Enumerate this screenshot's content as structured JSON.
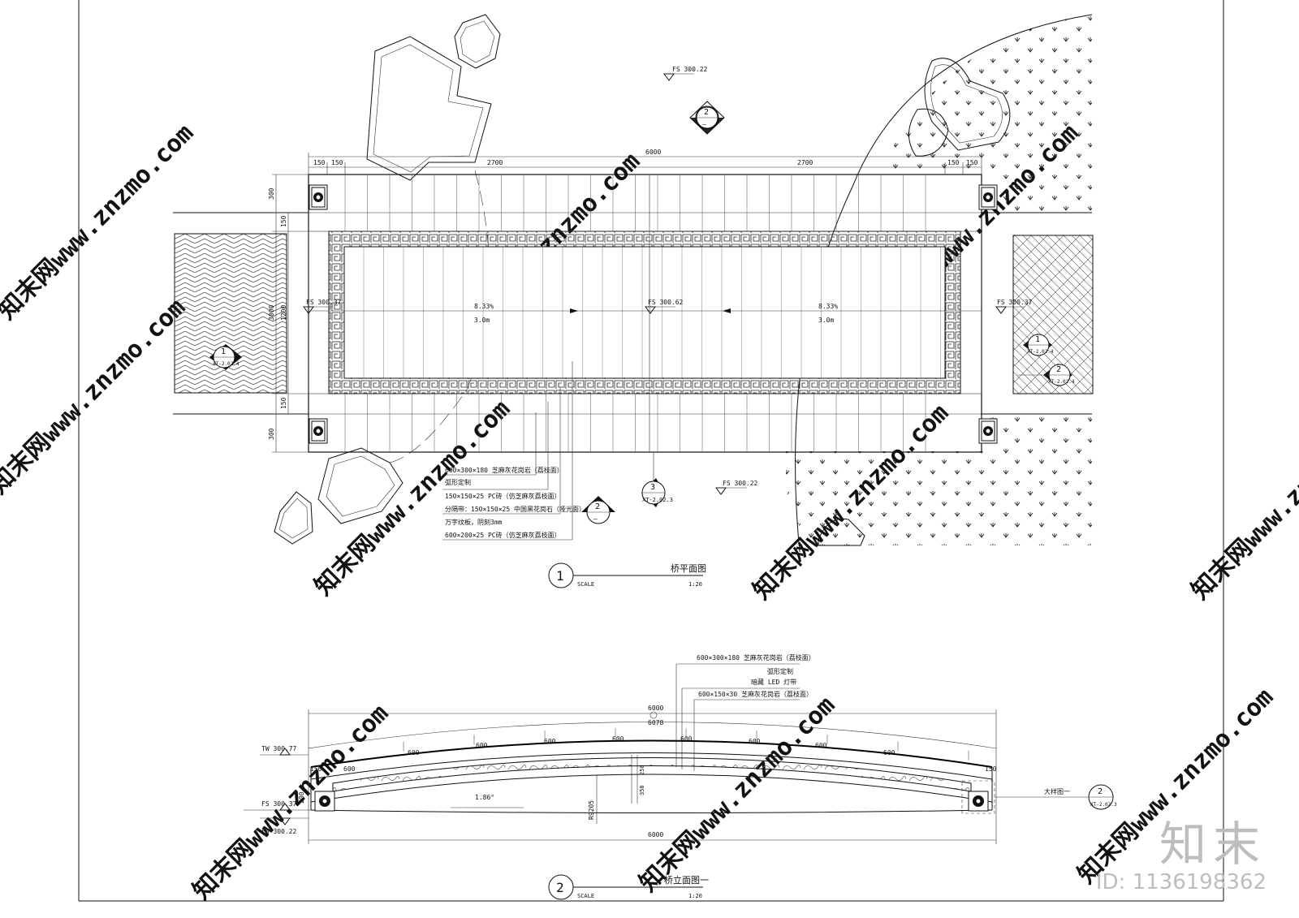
{
  "plan": {
    "dims_top": [
      "150",
      "150",
      "2700",
      "6000",
      "2700",
      "150",
      "150"
    ],
    "dims_left": [
      "300",
      "150",
      "3000",
      "150",
      "300"
    ],
    "dims_left_inner": "1200",
    "levels": {
      "top": "FS 300.22",
      "left": "FS 300.37",
      "center": "FS 300.62",
      "right": "FS 300.37",
      "bottom": "FS 300.22"
    },
    "slopes": [
      {
        "grade": "8.33%",
        "len": "3.0m"
      },
      {
        "grade": "8.33%",
        "len": "3.0m"
      }
    ],
    "callouts": [
      "600×300×180 芝麻灰花岗岩（荔枝面）",
      "弧形定制",
      "150×150×25 PC砖（仿芝麻灰荔枝面）",
      "分隔带：150×150×25 中国黑花岗石（哑光面）",
      "万字纹板，阴刻3mm",
      "600×200×25 PC砖（仿芝麻灰荔枝面）"
    ],
    "section_marks": [
      {
        "num": "2",
        "ref": "—"
      },
      {
        "num": "3",
        "ref": "XT-2.02.3"
      },
      {
        "num": "2",
        "ref": "—"
      },
      {
        "num": "1",
        "ref": "XT-2.02.4"
      },
      {
        "num": "1",
        "ref": "XT-2.02.4"
      },
      {
        "num": "2",
        "ref": "XT-2.02.4"
      }
    ],
    "title": {
      "num": "1",
      "name": "桥平面图",
      "scale_label": "SCALE",
      "scale": "1:20"
    }
  },
  "elevation": {
    "callouts": [
      "600×300×180 芝麻灰花岗岩（荔枝面）",
      "弧形定制",
      "暗藏 LED 灯带",
      "600×150×30 芝麻灰花岗岩（荔枝面）"
    ],
    "dims": {
      "total_top": "6000",
      "arc": "6078",
      "total_bottom": "6000",
      "end_left": "150",
      "end_right": "150",
      "left_height": "200",
      "segments": [
        "600",
        "600",
        "600",
        "600",
        "600",
        "600",
        "600",
        "600",
        "600"
      ],
      "angle": "1.86°",
      "radius": "R9205",
      "heights": [
        "350",
        "250"
      ]
    },
    "levels": {
      "tw": "TW 300.77",
      "fs_top": "FS 300.37",
      "fs_bottom": "FS 300.22"
    },
    "detail_ref": {
      "label": "大样图一",
      "num": "2",
      "ref": "XT-2.02.3"
    },
    "title": {
      "num": "2",
      "name": "桥立面图一",
      "scale_label": "SCALE",
      "scale": "1:20"
    }
  },
  "watermark": {
    "text": "知末网www.znzmo.com"
  },
  "brand": {
    "logo": "知末",
    "id": "ID: 1136198362"
  }
}
